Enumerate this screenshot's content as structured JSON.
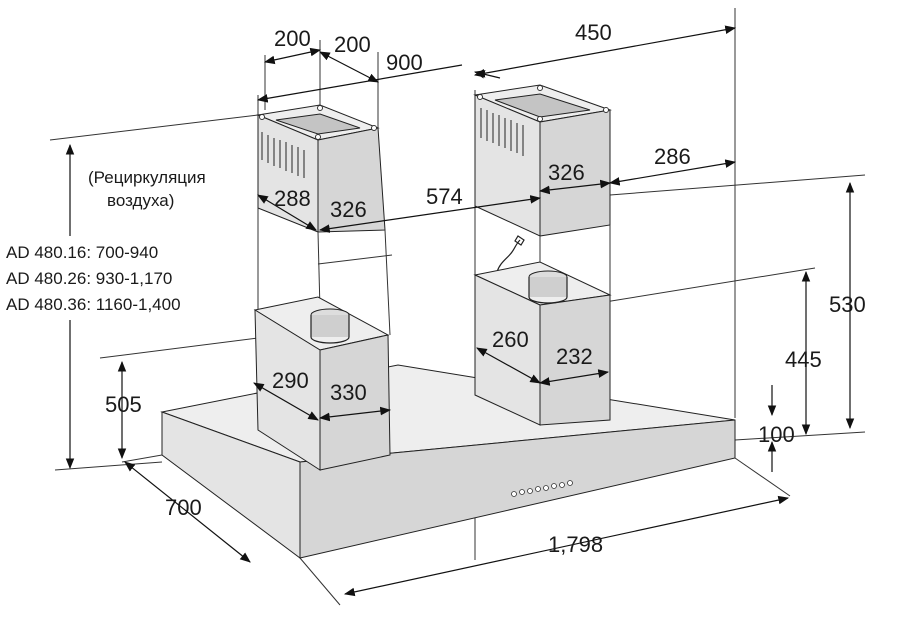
{
  "labels": {
    "d_200_a": "200",
    "d_200_b": "200",
    "d_900": "900",
    "d_450": "450",
    "d_286": "286",
    "d_326_right": "326",
    "d_326_left": "326",
    "d_288": "288",
    "d_574": "574",
    "d_260": "260",
    "d_232": "232",
    "d_290": "290",
    "d_330": "330",
    "d_530": "530",
    "d_445": "445",
    "d_100": "100",
    "d_505": "505",
    "d_700": "700",
    "d_1798": "1,798"
  },
  "notes": {
    "recirc_line1": "(Рециркуляция",
    "recirc_line2": "воздуха)",
    "model_1": "AD 480.16: 700-940",
    "model_2": "AD 480.26: 930-1,170",
    "model_3": "AD 480.36: 1160-1,400"
  }
}
